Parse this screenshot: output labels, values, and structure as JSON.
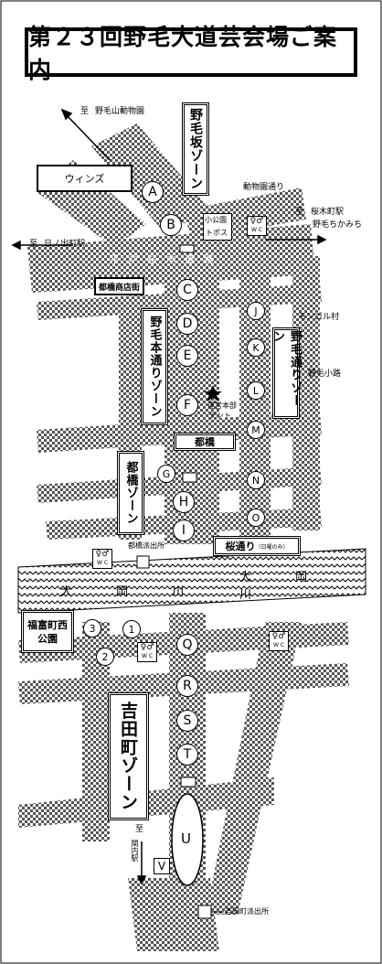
{
  "title": "第２３回野毛大道芸会場ご案内",
  "labels": {
    "to_zoo_prefix": "至",
    "to_zoo": "野毛山動物園",
    "winds": "ウィンズ",
    "zoo_street": "動物園通り",
    "to_sakuragicho_prefix": "至",
    "to_sakuragicho": "桜木町駅",
    "nogechikamichi": "野毛ちかみち",
    "to_hinodecho_prefix": "至",
    "to_hinodecho": "日ノ出町駅",
    "small_park": "小公園",
    "toilets_small": "トポス",
    "street_big": "平 戸 桜 木 道 路",
    "shop_assoc": "都橋商店街",
    "mongol": "モンゴル村",
    "noge_koji": "野毛小路",
    "hq_line1": "運営本部",
    "hq_line2": "テント",
    "miyakobashi": "都橋",
    "police_box": "都橋派出所",
    "river": "大 岡 川",
    "river_right": "大 岡 川",
    "to_kannai_prefix": "至",
    "to_kannai": "関内駅",
    "yoshida_police": "吉田町派出所"
  },
  "zones": {
    "noge_hill": "野毛坂ゾーン",
    "noge_main": "野毛本通りゾーン",
    "noge_koji_zone": "野毛通りゾーン",
    "miyako": "都橋ゾーン",
    "sakura": "桜通り",
    "sakura_sub": "（日曜のみ）",
    "fukutomi": "福富町西公園",
    "yoshida": "吉田町ゾーン"
  },
  "points": [
    "A",
    "B",
    "C",
    "D",
    "E",
    "F",
    "G",
    "H",
    "I",
    "J",
    "K",
    "L",
    "M",
    "N",
    "O",
    "Q",
    "R",
    "S",
    "T",
    "U",
    "V",
    "1",
    "2",
    "3"
  ],
  "wc_label": "W C"
}
